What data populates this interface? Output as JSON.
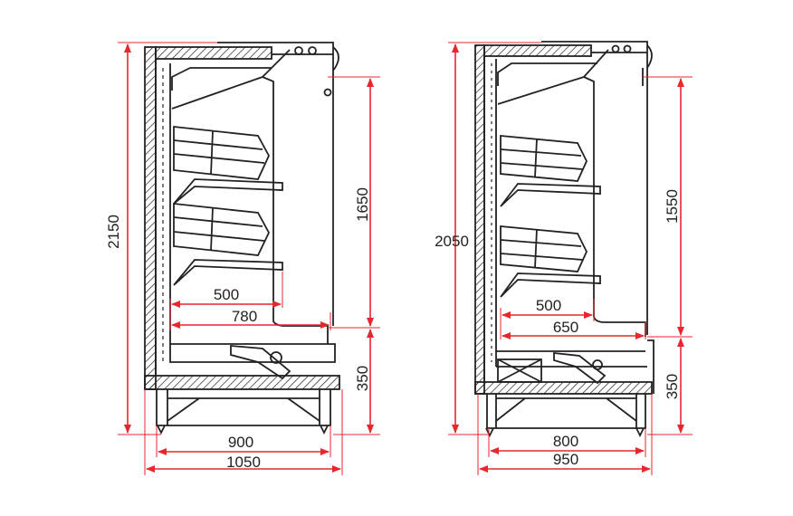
{
  "colors": {
    "dimension": "#e8262b",
    "outline": "#222222"
  },
  "left_unit": {
    "height_total": "2150",
    "height_opening": "1650",
    "height_base": "350",
    "shelf_depth": "500",
    "inner_depth": "780",
    "base_width": "900",
    "total_depth": "1050"
  },
  "right_unit": {
    "height_total": "2050",
    "height_opening": "1550",
    "height_base": "350",
    "shelf_depth": "500",
    "inner_depth": "650",
    "base_width": "800",
    "total_depth": "950"
  }
}
